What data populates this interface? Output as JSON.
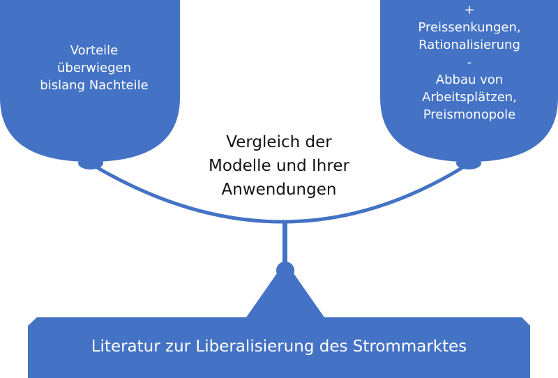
{
  "colors": {
    "shape_fill": "#4472c4",
    "background": "#ffffff",
    "center_text": "#111111",
    "shape_text": "#ffffff"
  },
  "left_pan": {
    "lines": [
      "Vorteile",
      "überwiegen",
      "bislang Nachteile"
    ]
  },
  "right_pan": {
    "lines": [
      "+",
      "Preissenkungen,",
      "Rationalisierung",
      "-",
      "Abbau von",
      "Arbeitsplätzen,",
      "Preismonopole"
    ]
  },
  "center": {
    "lines": [
      "Vergleich der",
      "Modelle und Ihrer",
      "Anwendungen"
    ]
  },
  "base": {
    "label": "Literatur zur Liberalisierung des Strommarktes"
  }
}
